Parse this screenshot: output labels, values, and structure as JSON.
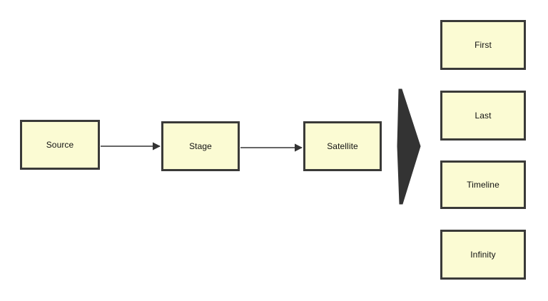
{
  "diagram": {
    "background_color": "#ffffff",
    "node_fill_color": "#fbfbd3",
    "node_border_color": "#3a3a38",
    "edge_color": "#333333",
    "pipeline": {
      "nodes": [
        {
          "id": "source",
          "label": "Source"
        },
        {
          "id": "stage",
          "label": "Stage"
        },
        {
          "id": "satellite",
          "label": "Satellite"
        }
      ],
      "edges": [
        {
          "from": "source",
          "to": "stage",
          "arrowhead": "filled-triangle"
        },
        {
          "from": "stage",
          "to": "satellite",
          "arrowhead": "filled-triangle"
        }
      ]
    },
    "fanout": {
      "connector_shape": "chevron-bracket",
      "nodes": [
        {
          "id": "first",
          "label": "First"
        },
        {
          "id": "last",
          "label": "Last"
        },
        {
          "id": "timeline",
          "label": "Timeline"
        },
        {
          "id": "infinity",
          "label": "Infinity"
        }
      ]
    }
  }
}
